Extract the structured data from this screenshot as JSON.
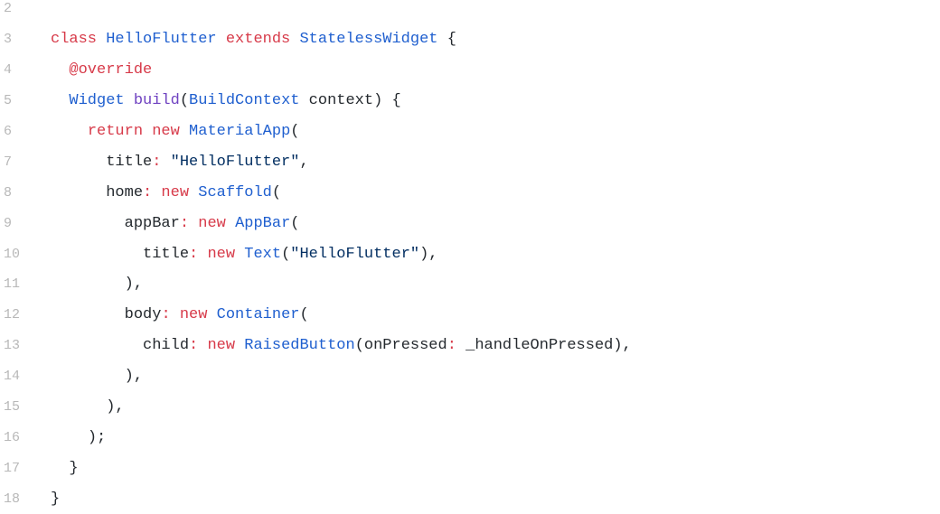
{
  "colors": {
    "keyword": "#d73a49",
    "type": "#1f5fcf",
    "function": "#6f42c1",
    "string": "#032f62",
    "text": "#24292e",
    "line_number": "#b8b8b8",
    "background": "#ffffff"
  },
  "lines": [
    {
      "num": "2",
      "indent": "",
      "tokens": []
    },
    {
      "num": "3",
      "indent": "",
      "tokens": [
        {
          "t": "kw",
          "v": "class "
        },
        {
          "t": "type",
          "v": "HelloFlutter "
        },
        {
          "t": "kw",
          "v": "extends "
        },
        {
          "t": "type",
          "v": "StatelessWidget "
        },
        {
          "t": "punc",
          "v": "{"
        }
      ]
    },
    {
      "num": "4",
      "indent": "  ",
      "tokens": [
        {
          "t": "kw",
          "v": "@override"
        }
      ]
    },
    {
      "num": "5",
      "indent": "  ",
      "tokens": [
        {
          "t": "type",
          "v": "Widget "
        },
        {
          "t": "fn",
          "v": "build"
        },
        {
          "t": "punc",
          "v": "("
        },
        {
          "t": "type",
          "v": "BuildContext "
        },
        {
          "t": "plain",
          "v": "context) {"
        }
      ]
    },
    {
      "num": "6",
      "indent": "    ",
      "tokens": [
        {
          "t": "kw",
          "v": "return "
        },
        {
          "t": "kw",
          "v": "new "
        },
        {
          "t": "type",
          "v": "MaterialApp"
        },
        {
          "t": "punc",
          "v": "("
        }
      ]
    },
    {
      "num": "7",
      "indent": "      ",
      "tokens": [
        {
          "t": "plain",
          "v": "title"
        },
        {
          "t": "kw",
          "v": ": "
        },
        {
          "t": "str",
          "v": "\"HelloFlutter\""
        },
        {
          "t": "punc",
          "v": ","
        }
      ]
    },
    {
      "num": "8",
      "indent": "      ",
      "tokens": [
        {
          "t": "plain",
          "v": "home"
        },
        {
          "t": "kw",
          "v": ": new "
        },
        {
          "t": "type",
          "v": "Scaffold"
        },
        {
          "t": "punc",
          "v": "("
        }
      ]
    },
    {
      "num": "9",
      "indent": "        ",
      "tokens": [
        {
          "t": "plain",
          "v": "appBar"
        },
        {
          "t": "kw",
          "v": ": new "
        },
        {
          "t": "type",
          "v": "AppBar"
        },
        {
          "t": "punc",
          "v": "("
        }
      ]
    },
    {
      "num": "10",
      "indent": "          ",
      "tokens": [
        {
          "t": "plain",
          "v": "title"
        },
        {
          "t": "kw",
          "v": ": new "
        },
        {
          "t": "type",
          "v": "Text"
        },
        {
          "t": "punc",
          "v": "("
        },
        {
          "t": "str",
          "v": "\"HelloFlutter\""
        },
        {
          "t": "punc",
          "v": "),"
        }
      ]
    },
    {
      "num": "11",
      "indent": "        ",
      "tokens": [
        {
          "t": "punc",
          "v": "),"
        }
      ]
    },
    {
      "num": "12",
      "indent": "        ",
      "tokens": [
        {
          "t": "plain",
          "v": "body"
        },
        {
          "t": "kw",
          "v": ": new "
        },
        {
          "t": "type",
          "v": "Container"
        },
        {
          "t": "punc",
          "v": "("
        }
      ]
    },
    {
      "num": "13",
      "indent": "          ",
      "tokens": [
        {
          "t": "plain",
          "v": "child"
        },
        {
          "t": "kw",
          "v": ": new "
        },
        {
          "t": "type",
          "v": "RaisedButton"
        },
        {
          "t": "punc",
          "v": "("
        },
        {
          "t": "plain",
          "v": "onPressed"
        },
        {
          "t": "kw",
          "v": ": "
        },
        {
          "t": "plain",
          "v": "_handleOnPressed),"
        }
      ]
    },
    {
      "num": "14",
      "indent": "        ",
      "tokens": [
        {
          "t": "punc",
          "v": "),"
        }
      ]
    },
    {
      "num": "15",
      "indent": "      ",
      "tokens": [
        {
          "t": "punc",
          "v": "),"
        }
      ]
    },
    {
      "num": "16",
      "indent": "    ",
      "tokens": [
        {
          "t": "punc",
          "v": ");"
        }
      ]
    },
    {
      "num": "17",
      "indent": "  ",
      "tokens": [
        {
          "t": "punc",
          "v": "}"
        }
      ]
    },
    {
      "num": "18",
      "indent": "",
      "tokens": [
        {
          "t": "punc",
          "v": "}"
        }
      ]
    }
  ]
}
